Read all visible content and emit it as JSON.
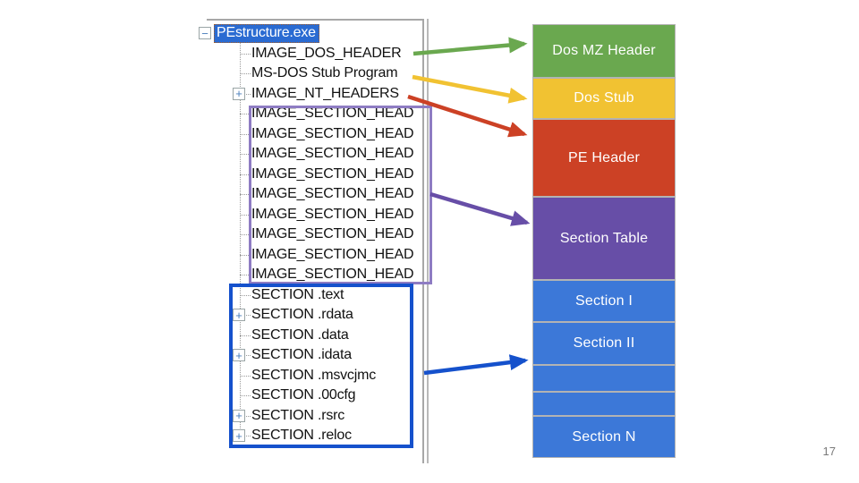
{
  "page_number": "17",
  "tree": {
    "root": {
      "label": "PEstructure.exe",
      "expand": "minus",
      "selected": true
    },
    "items": [
      {
        "label": "IMAGE_DOS_HEADER",
        "expand": "none"
      },
      {
        "label": "MS-DOS Stub Program",
        "expand": "none"
      },
      {
        "label": "IMAGE_NT_HEADERS",
        "expand": "plus"
      },
      {
        "label": "IMAGE_SECTION_HEAD",
        "expand": "none"
      },
      {
        "label": "IMAGE_SECTION_HEAD",
        "expand": "none"
      },
      {
        "label": "IMAGE_SECTION_HEAD",
        "expand": "none"
      },
      {
        "label": "IMAGE_SECTION_HEAD",
        "expand": "none"
      },
      {
        "label": "IMAGE_SECTION_HEAD",
        "expand": "none"
      },
      {
        "label": "IMAGE_SECTION_HEAD",
        "expand": "none"
      },
      {
        "label": "IMAGE_SECTION_HEAD",
        "expand": "none"
      },
      {
        "label": "IMAGE_SECTION_HEAD",
        "expand": "none"
      },
      {
        "label": "IMAGE_SECTION_HEAD",
        "expand": "none"
      },
      {
        "label": "SECTION .text",
        "expand": "none"
      },
      {
        "label": "SECTION .rdata",
        "expand": "plus"
      },
      {
        "label": "SECTION .data",
        "expand": "none"
      },
      {
        "label": "SECTION .idata",
        "expand": "plus"
      },
      {
        "label": "SECTION .msvcjmc",
        "expand": "none"
      },
      {
        "label": "SECTION .00cfg",
        "expand": "none"
      },
      {
        "label": "SECTION .rsrc",
        "expand": "plus"
      },
      {
        "label": "SECTION .reloc",
        "expand": "plus"
      }
    ]
  },
  "diagram": {
    "blocks": [
      {
        "label": "Dos MZ Header",
        "color": "#6aa84f",
        "height": 60
      },
      {
        "label": "Dos Stub",
        "color": "#f1c232",
        "height": 46
      },
      {
        "label": "PE Header",
        "color": "#cc4125",
        "height": 87
      },
      {
        "label": "Section Table",
        "color": "#674ea7",
        "height": 93
      },
      {
        "label": "Section I",
        "color": "#3c78d8",
        "height": 47
      },
      {
        "label": "Section II",
        "color": "#3c78d8",
        "height": 48
      },
      {
        "label": "",
        "color": "#3c78d8",
        "height": 30
      },
      {
        "label": "",
        "color": "#3c78d8",
        "height": 27
      },
      {
        "label": "Section N",
        "color": "#3c78d8",
        "height": 47
      }
    ]
  },
  "annotations": {
    "header_group_box_color": "#8e7cc3",
    "section_group_box_color": "#1551cc",
    "selection_color": "#2a6bd2",
    "arrows": [
      {
        "id": "dos-header-arrow",
        "from": "IMAGE_DOS_HEADER",
        "to": "Dos MZ Header",
        "color": "#6aa84f"
      },
      {
        "id": "dos-stub-arrow",
        "from": "MS-DOS Stub Program",
        "to": "Dos Stub",
        "color": "#f1c232"
      },
      {
        "id": "nt-headers-arrow",
        "from": "IMAGE_NT_HEADERS",
        "to": "PE Header",
        "color": "#cc4125"
      },
      {
        "id": "section-table-arrow",
        "from": "IMAGE_SECTION_HEAD",
        "to": "Section Table",
        "color": "#674ea7"
      },
      {
        "id": "sections-arrow",
        "from": "SECTION nodes",
        "to": "Sections",
        "color": "#1551cc"
      }
    ]
  }
}
